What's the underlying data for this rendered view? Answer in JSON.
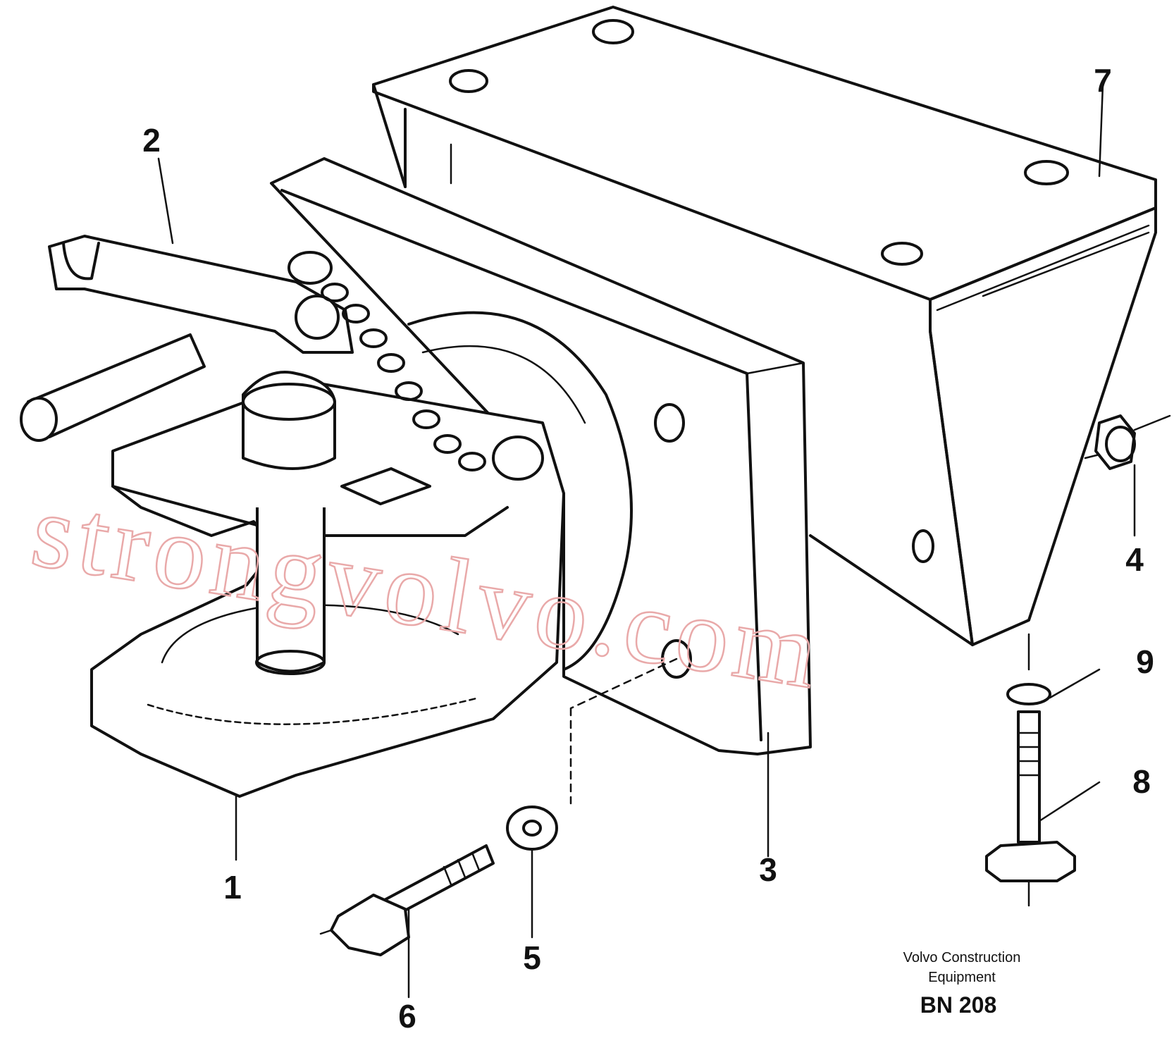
{
  "callouts": [
    {
      "id": "1",
      "label": "1"
    },
    {
      "id": "2",
      "label": "2"
    },
    {
      "id": "3",
      "label": "3"
    },
    {
      "id": "4",
      "label": "4"
    },
    {
      "id": "5",
      "label": "5"
    },
    {
      "id": "6",
      "label": "6"
    },
    {
      "id": "7",
      "label": "7"
    },
    {
      "id": "8",
      "label": "8"
    },
    {
      "id": "9",
      "label": "9"
    }
  ],
  "caption": {
    "line1": "Volvo Construction",
    "line2": "Equipment",
    "code": "BN 208"
  },
  "watermark": "strongvolvo.com"
}
